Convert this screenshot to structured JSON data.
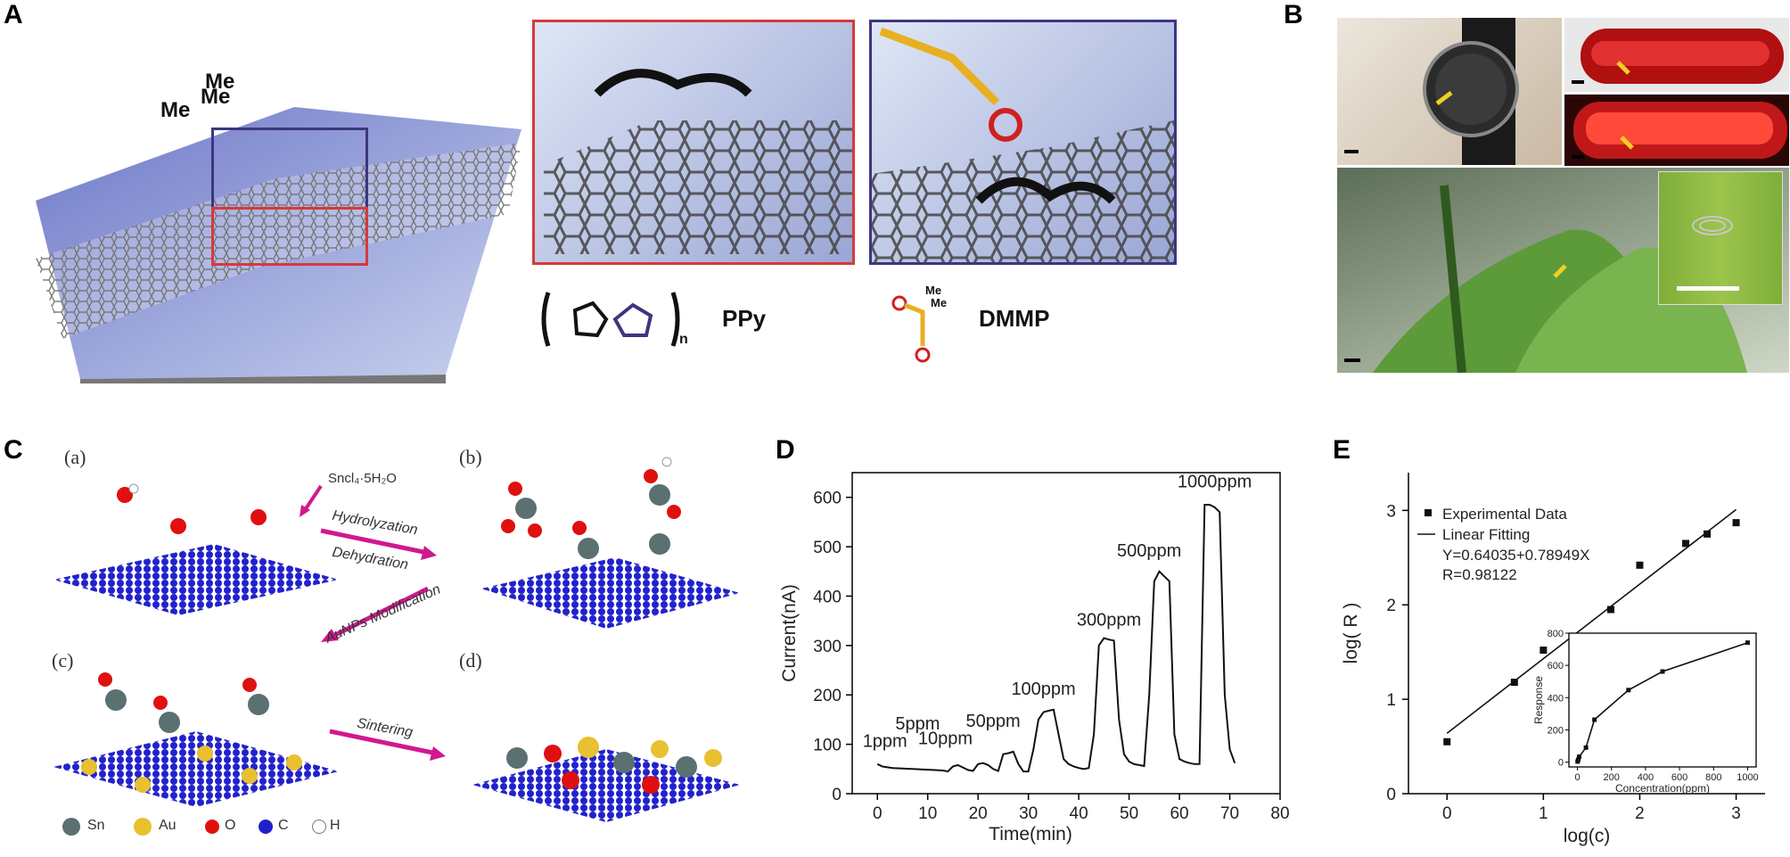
{
  "panels": {
    "A": {
      "letter": "A",
      "molecules": {
        "ppy_label": "PPy",
        "ppy_sub": "n",
        "dmmp_label": "DMMP",
        "me": "Me"
      }
    },
    "B": {
      "letter": "B"
    },
    "C": {
      "letter": "C",
      "sub_a": "(a)",
      "sub_b": "(b)",
      "sub_c": "(c)",
      "sub_d": "(d)",
      "reagent": "Sncl₄·5H₂O",
      "step1a": "Hydrolyzation",
      "step1b": "Dehydration",
      "step2": "AuNPs Modification",
      "step3": "Sintering",
      "legend": [
        {
          "symbol": "Sn",
          "color": "#5b7070"
        },
        {
          "symbol": "Au",
          "color": "#e8c030"
        },
        {
          "symbol": "O",
          "color": "#e01010"
        },
        {
          "symbol": "C",
          "color": "#2020c8"
        },
        {
          "symbol": "H",
          "color": "#ffffff"
        }
      ]
    },
    "D": {
      "letter": "D"
    },
    "E": {
      "letter": "E"
    }
  },
  "chart_data": [
    {
      "panel": "D",
      "type": "line",
      "xlabel": "Time(min)",
      "ylabel": "Current(nA)",
      "xlim": [
        -5,
        80
      ],
      "ylim": [
        0,
        650
      ],
      "xticks": [
        0,
        10,
        20,
        30,
        40,
        50,
        60,
        70,
        80
      ],
      "yticks": [
        0,
        100,
        200,
        300,
        400,
        500,
        600
      ],
      "series": [
        {
          "x": [
            0,
            1,
            3,
            5,
            7,
            9,
            11,
            13,
            14,
            15,
            16,
            17,
            18,
            19,
            20,
            21,
            22,
            23,
            24,
            25,
            26,
            27,
            28,
            29,
            30,
            31,
            32,
            33,
            34,
            35,
            36,
            37,
            38,
            39,
            40,
            41,
            42,
            43,
            44,
            45,
            46,
            47,
            48,
            49,
            50,
            51,
            52,
            53,
            54,
            55,
            56,
            57,
            58,
            59,
            60,
            61,
            62,
            63,
            64,
            65,
            66,
            67,
            68,
            69,
            70,
            71
          ],
          "y": [
            60,
            55,
            52,
            51,
            50,
            49,
            48,
            47,
            45,
            55,
            58,
            53,
            48,
            46,
            60,
            62,
            58,
            50,
            46,
            80,
            82,
            85,
            60,
            45,
            45,
            90,
            150,
            165,
            168,
            170,
            120,
            70,
            60,
            55,
            52,
            50,
            52,
            120,
            300,
            315,
            312,
            310,
            150,
            80,
            65,
            60,
            58,
            56,
            200,
            430,
            450,
            440,
            430,
            120,
            70,
            65,
            62,
            60,
            60,
            585,
            585,
            580,
            570,
            200,
            90,
            62
          ]
        }
      ],
      "annotations": [
        "1ppm",
        "5ppm",
        "10ppm",
        "50ppm",
        "100ppm",
        "300ppm",
        "500ppm",
        "1000ppm"
      ]
    },
    {
      "panel": "E",
      "type": "scatter",
      "xlabel": "log(c)",
      "ylabel": "log( R )",
      "xlim": [
        -0.4,
        3.3
      ],
      "ylim": [
        0,
        3.4
      ],
      "xticks": [
        0,
        1,
        2,
        3
      ],
      "yticks": [
        0,
        1,
        2,
        3
      ],
      "series": [
        {
          "name": "Experimental Data",
          "x": [
            0,
            0.699,
            1.0,
            1.699,
            2.0,
            2.477,
            2.699,
            3.0
          ],
          "y": [
            0.55,
            1.18,
            1.52,
            1.95,
            2.42,
            2.65,
            2.75,
            2.87
          ]
        },
        {
          "name": "Linear Fitting",
          "x": [
            0,
            3.0
          ],
          "y": [
            0.64035,
            3.00882
          ]
        }
      ],
      "fit_equation": "Y=0.64035+0.78949X",
      "fit_r": "R=0.98122",
      "inset": {
        "type": "line",
        "xlabel": "Concentration(ppm)",
        "ylabel": "Response",
        "xlim": [
          -50,
          1050
        ],
        "ylim": [
          -30,
          800
        ],
        "xticks": [
          0,
          200,
          400,
          600,
          800,
          1000
        ],
        "yticks": [
          0,
          200,
          400,
          600,
          800
        ],
        "x": [
          1,
          5,
          10,
          50,
          100,
          300,
          500,
          1000
        ],
        "y": [
          3.5,
          15,
          33,
          90,
          263,
          447,
          562,
          741
        ]
      }
    }
  ]
}
